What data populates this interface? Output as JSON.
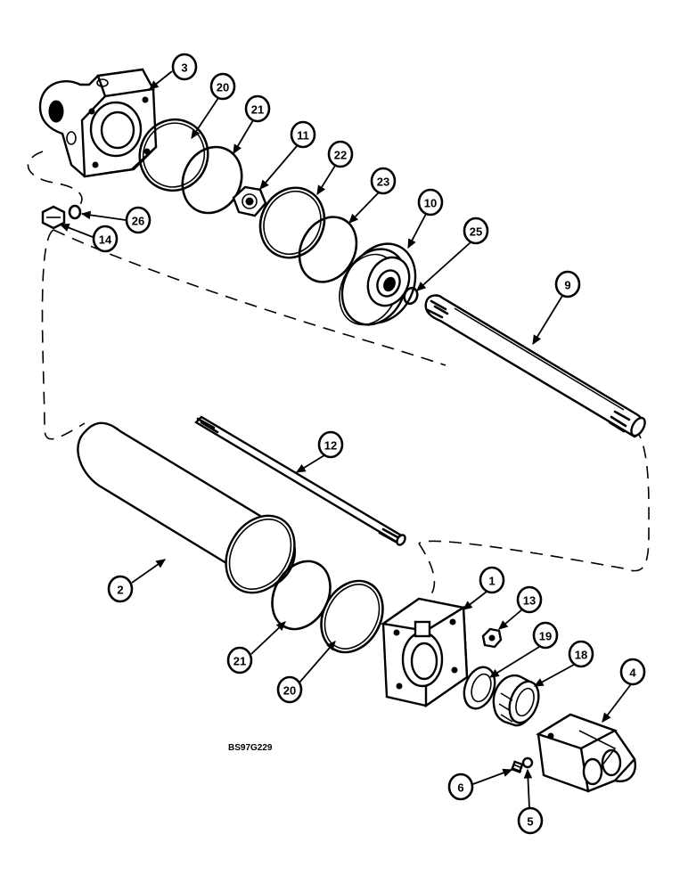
{
  "drawing_code": "BS97G229",
  "callouts": [
    {
      "key": "c3",
      "number": "3"
    },
    {
      "key": "c20a",
      "number": "20"
    },
    {
      "key": "c21a",
      "number": "21"
    },
    {
      "key": "c11",
      "number": "11"
    },
    {
      "key": "c22",
      "number": "22"
    },
    {
      "key": "c23",
      "number": "23"
    },
    {
      "key": "c10",
      "number": "10"
    },
    {
      "key": "c25",
      "number": "25"
    },
    {
      "key": "c26",
      "number": "26"
    },
    {
      "key": "c14",
      "number": "14"
    },
    {
      "key": "c9",
      "number": "9"
    },
    {
      "key": "c12",
      "number": "12"
    },
    {
      "key": "c2",
      "number": "2"
    },
    {
      "key": "c1",
      "number": "1"
    },
    {
      "key": "c13",
      "number": "13"
    },
    {
      "key": "c19",
      "number": "19"
    },
    {
      "key": "c18",
      "number": "18"
    },
    {
      "key": "c4",
      "number": "4"
    },
    {
      "key": "c21b",
      "number": "21"
    },
    {
      "key": "c20b",
      "number": "20"
    },
    {
      "key": "c6",
      "number": "6"
    },
    {
      "key": "c5",
      "number": "5"
    }
  ]
}
